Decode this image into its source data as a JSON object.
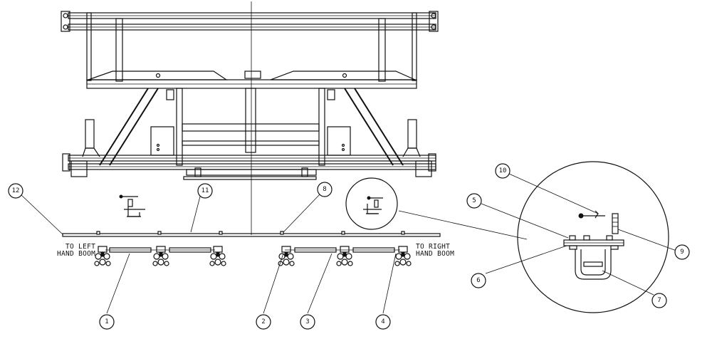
{
  "notes": {
    "left_line1": "TO LEFT",
    "left_line2": "HAND BOOM",
    "right_line1": "TO RIGHT",
    "right_line2": "HAND BOOM"
  },
  "balloons": [
    "1",
    "2",
    "3",
    "4",
    "5",
    "6",
    "7",
    "8",
    "9",
    "10",
    "11",
    "12"
  ]
}
